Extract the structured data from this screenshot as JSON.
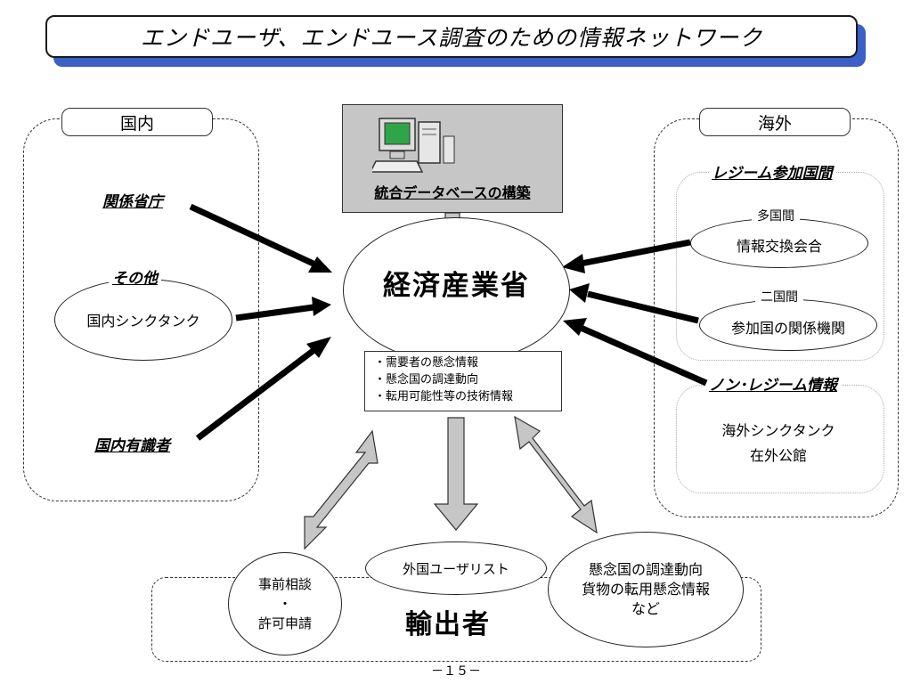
{
  "title": "エンドユーザ、エンドユース調査のための情報ネットワーク",
  "domestic": {
    "label": "国内",
    "ministries": "関係省庁",
    "others": "その他",
    "think_tanks": "国内シンクタンク",
    "experts": "国内有識者"
  },
  "overseas": {
    "label": "海外",
    "regime_participating": "レジーム参加国間",
    "multilateral": "多国間",
    "info_exchange": "情報交換会合",
    "bilateral": "二国間",
    "participating_agencies": "参加国の関係機関",
    "non_regime": "ノン･レジーム情報",
    "foreign_think_tanks": "海外シンクタンク",
    "embassies": "在外公館"
  },
  "database": {
    "label": "統合データベースの構築"
  },
  "center": {
    "label": "経済産業省"
  },
  "info_items": [
    "・需要者の懸念情報",
    "・懸念国の調達動向",
    "・転用可能性等の技術情報"
  ],
  "exporters": {
    "label": "輸出者",
    "consultation_line1": "事前相談",
    "consultation_dot": "・",
    "consultation_line2": "許可申請",
    "foreign_user_list": "外国ユーザリスト",
    "concern_line1": "懸念国の調達動向",
    "concern_line2": "貨物の転用懸念情報",
    "concern_line3": "など"
  },
  "page_number": "－１５－"
}
